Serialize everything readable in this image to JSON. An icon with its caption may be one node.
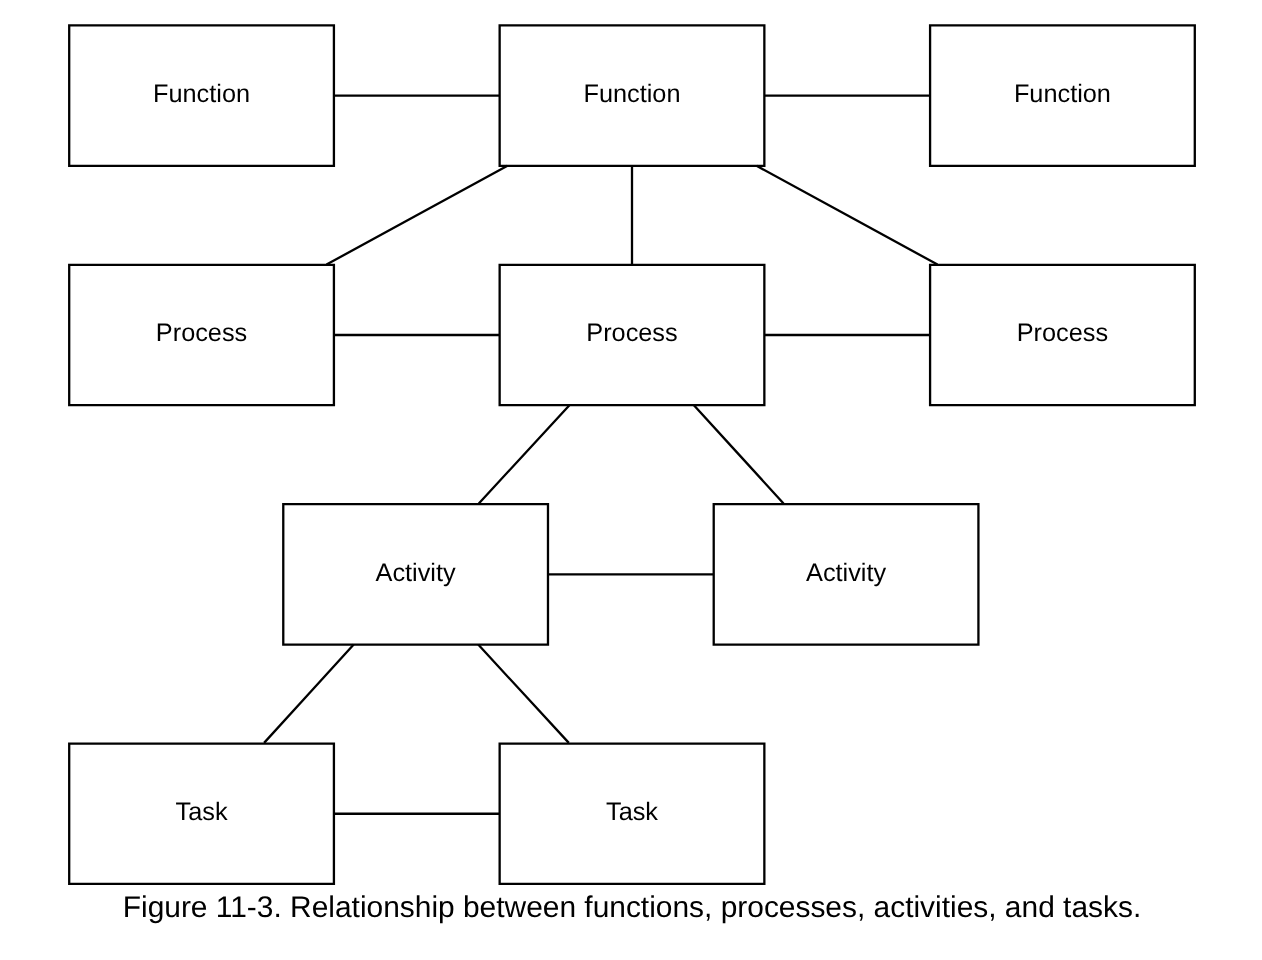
{
  "diagram": {
    "caption": "Figure 11-3. Relationship between functions, processes, activities, and tasks.",
    "nodes": [
      {
        "text": [
          "Function"
        ]
      },
      {
        "text": [
          "Function"
        ]
      },
      {
        "text": [
          "Function"
        ]
      },
      {
        "text": [
          "Process"
        ]
      },
      {
        "text": [
          "Process"
        ]
      },
      {
        "text": [
          "Process"
        ]
      },
      {
        "text": [
          "Activity"
        ]
      },
      {
        "text": [
          "Activity"
        ]
      },
      {
        "text": [
          "Task"
        ]
      },
      {
        "text": [
          "Task"
        ]
      }
    ],
    "edges": [
      {
        "from": 0,
        "to": 1,
        "arrow": "none"
      },
      {
        "from": 1,
        "to": 2,
        "arrow": "none"
      },
      {
        "from": 1,
        "to": 3,
        "arrow": "none"
      },
      {
        "from": 1,
        "to": 4,
        "arrow": "none"
      },
      {
        "from": 1,
        "to": 5,
        "arrow": "none"
      },
      {
        "from": 3,
        "to": 4,
        "arrow": "none"
      },
      {
        "from": 4,
        "to": 5,
        "arrow": "none"
      },
      {
        "from": 4,
        "to": 6,
        "arrow": "none"
      },
      {
        "from": 4,
        "to": 7,
        "arrow": "none"
      },
      {
        "from": 6,
        "to": 7,
        "arrow": "none"
      },
      {
        "from": 6,
        "to": 8,
        "arrow": "none"
      },
      {
        "from": 6,
        "to": 9,
        "arrow": "none"
      },
      {
        "from": 8,
        "to": 9,
        "arrow": "none"
      }
    ]
  }
}
